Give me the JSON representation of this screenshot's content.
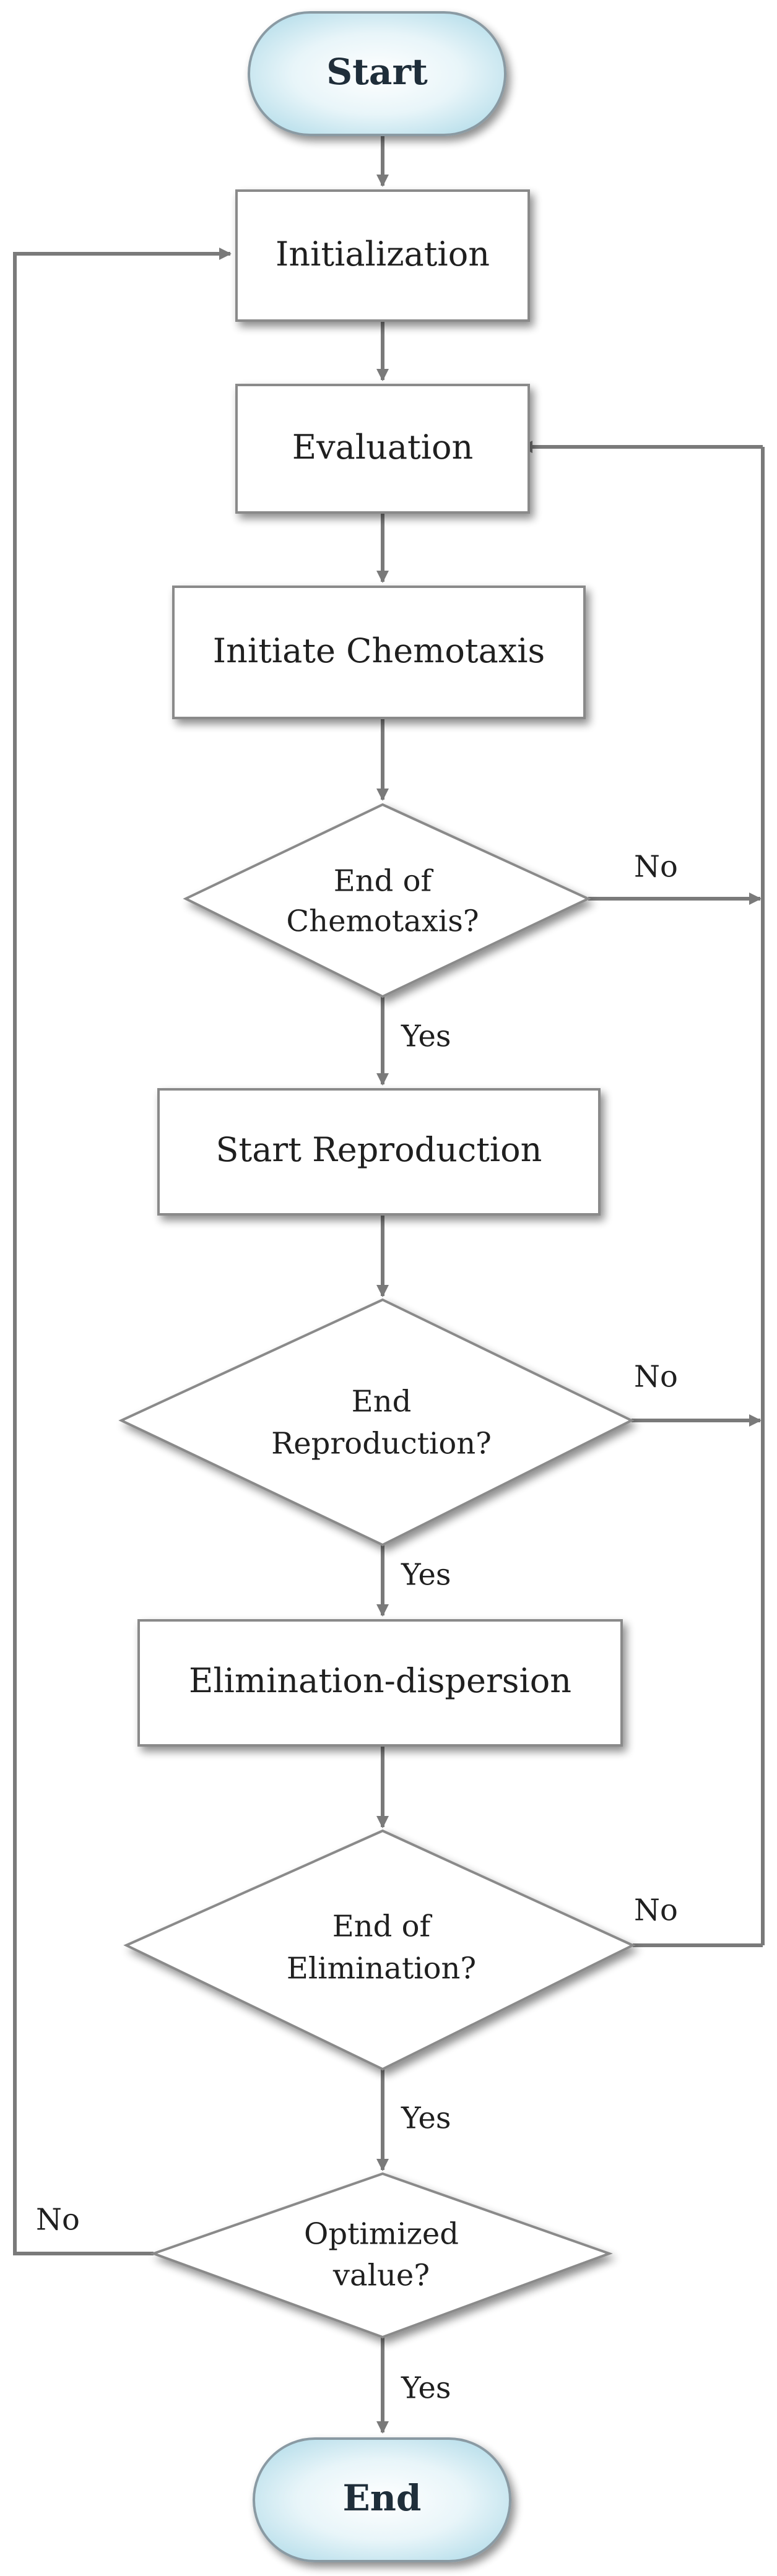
{
  "diagram": {
    "start": {
      "label": "Start"
    },
    "initialization": {
      "label": "Initialization"
    },
    "evaluation": {
      "label": "Evaluation"
    },
    "chemotaxis": {
      "label": "Initiate Chemotaxis"
    },
    "chemotaxis_check": {
      "line1": "End of",
      "line2": "Chemotaxis?"
    },
    "reproduction": {
      "label": "Start Reproduction"
    },
    "reproduction_check": {
      "line1": "End",
      "line2": "Reproduction?"
    },
    "elimination": {
      "label": "Elimination-dispersion"
    },
    "elimination_check": {
      "line1": "End of",
      "line2": "Elimination?"
    },
    "optimized_check": {
      "line1": "Optimized",
      "line2": "value?"
    },
    "end": {
      "label": "End"
    },
    "edges": {
      "yes": "Yes",
      "no": "No"
    }
  },
  "colors": {
    "line": "#7a7a7a",
    "box_border": "#8a8a8a",
    "terminal_fill_center": "#ffffff",
    "terminal_fill_edge": "#cfe9f1"
  }
}
